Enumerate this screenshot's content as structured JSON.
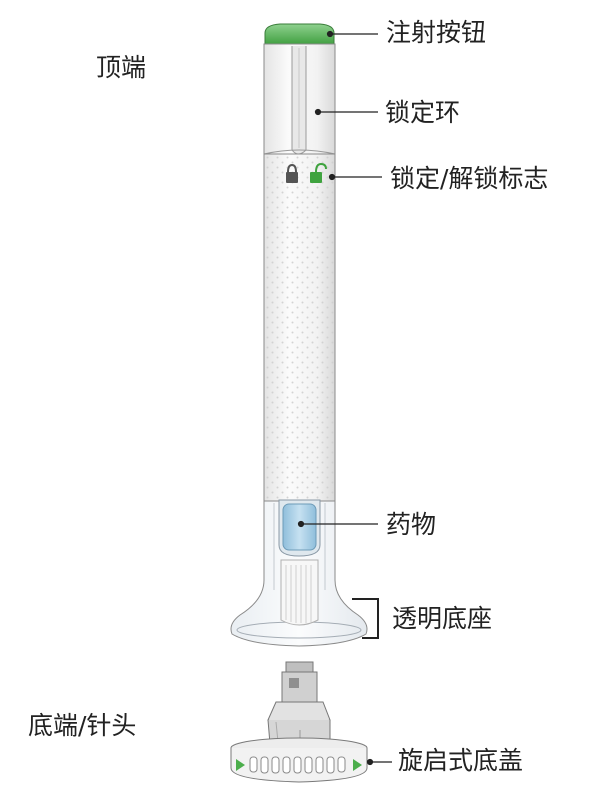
{
  "diagram": {
    "end_labels": {
      "top": "顶端",
      "bottom": "底端/针头"
    },
    "parts": {
      "injection_button": "注射按钮",
      "lock_ring": "锁定环",
      "lock_unlock_symbol": "锁定/解锁标志",
      "medicine": "药物",
      "clear_base": "透明底座",
      "twist_off_cap": "旋启式底盖"
    },
    "colors": {
      "button_green": "#5cb85c",
      "medicine_blue": "#a9cfe6",
      "body_white": "#f4f4f4",
      "outline_gray": "#7a7a7a"
    }
  }
}
